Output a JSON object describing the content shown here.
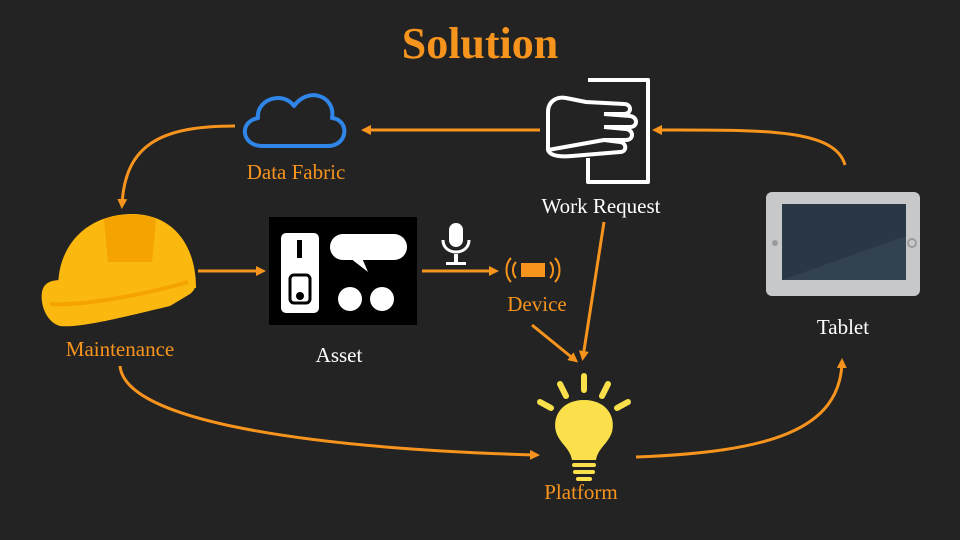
{
  "title": "Solution",
  "accent_color": "#f7941d",
  "nodes": {
    "data_fabric": {
      "label": "Data Fabric",
      "icon": "cloud-icon"
    },
    "work_request": {
      "label": "Work Request",
      "icon": "hand-on-document-icon"
    },
    "maintenance": {
      "label": "Maintenance",
      "icon": "hard-hat-icon"
    },
    "asset": {
      "label": "Asset",
      "icon": "asset-panel-icon"
    },
    "device": {
      "label": "Device",
      "icon": "vibrating-chip-icon",
      "extra_icon": "microphone-icon"
    },
    "tablet": {
      "label": "Tablet",
      "icon": "tablet-icon"
    },
    "platform": {
      "label": "Platform",
      "icon": "light-bulb-icon"
    }
  }
}
